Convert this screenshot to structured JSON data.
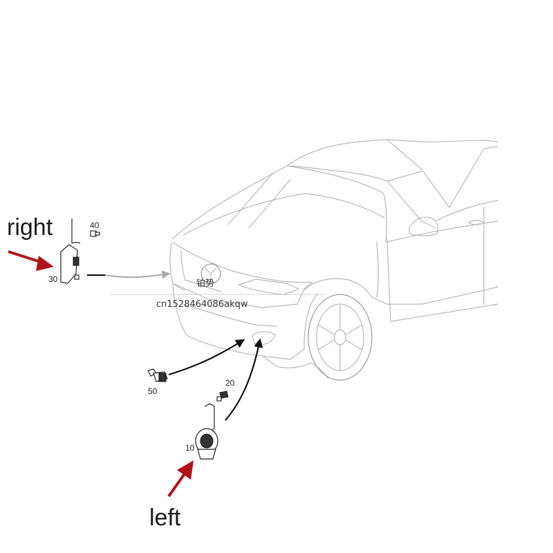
{
  "labels": {
    "right": "right",
    "left": "left"
  },
  "parts": {
    "p10": "10",
    "p20": "20",
    "p30": "30",
    "p40": "40",
    "p50": "50"
  },
  "watermark": {
    "brand": "铂势",
    "id": "cn1528464086akqw"
  },
  "colors": {
    "arrow": "#b0121b",
    "car_outline": "#b9b9b9",
    "leader": "#111111"
  }
}
